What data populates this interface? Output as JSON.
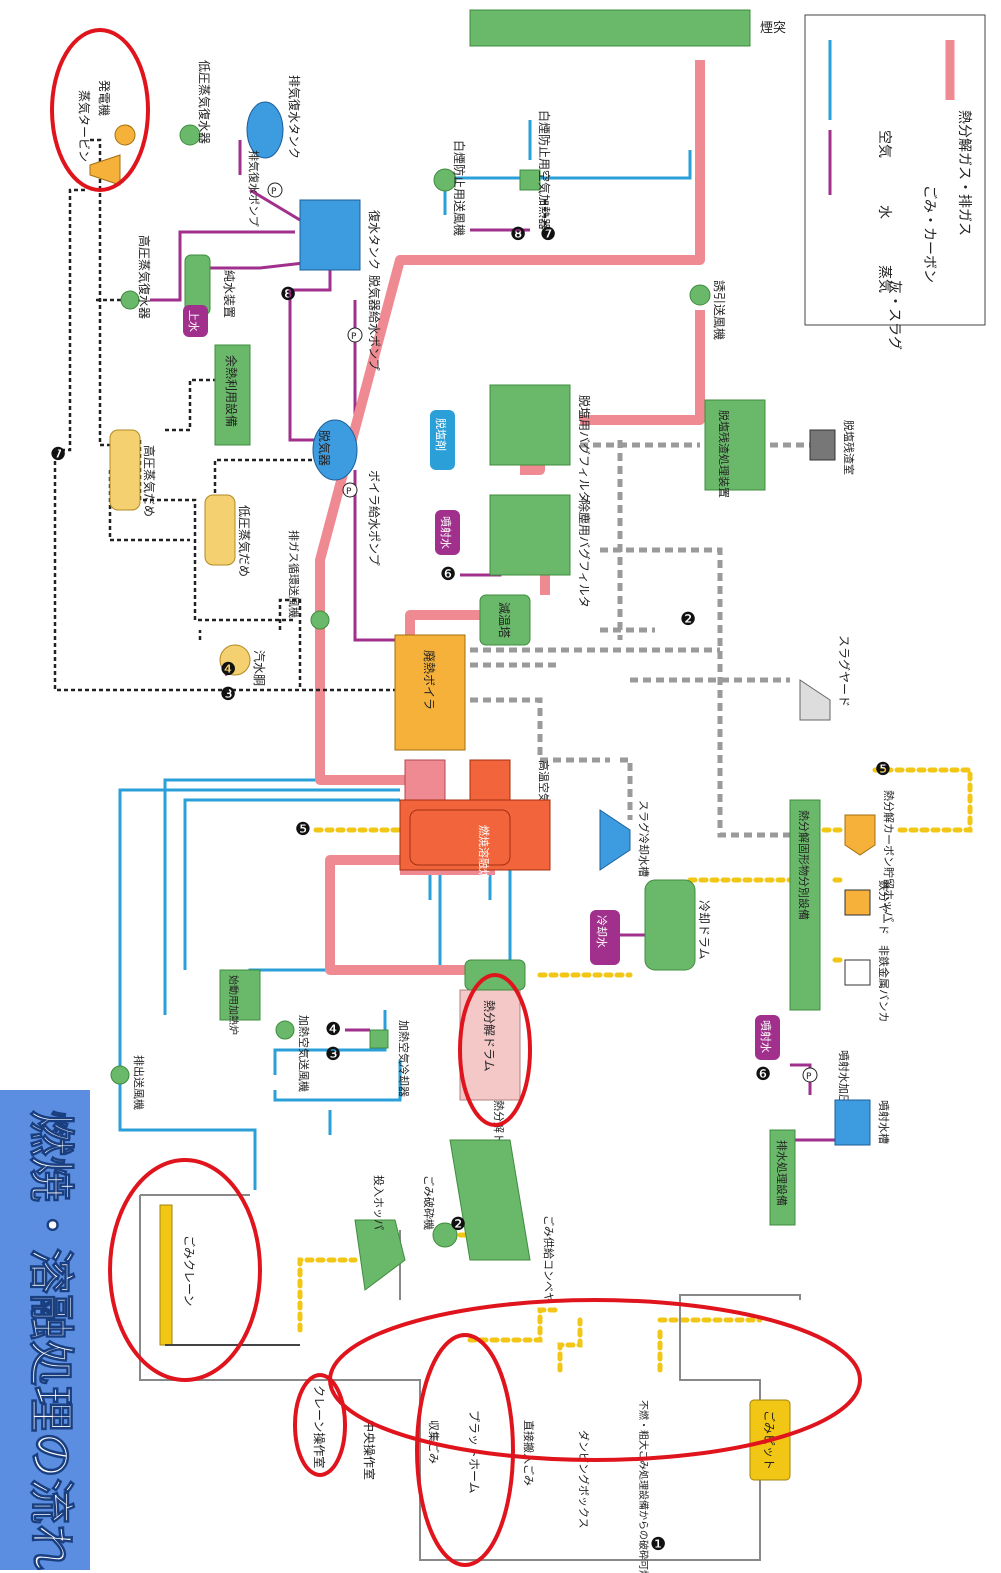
{
  "title": "燃焼・溶融処理の流れ",
  "legend": {
    "air": "空気",
    "water": "水",
    "steam": "蒸気",
    "gas": "熱分解ガス・排ガス",
    "waste_carbon": "ごみ・カーボン",
    "ash_slag": "灰・スラグ"
  },
  "colors": {
    "gas": "#f08a92",
    "air": "#2a9fd8",
    "water": "#a0308c",
    "steam": "#222222",
    "waste": "#f2c614",
    "ash": "#9a9a9a",
    "equipment": "#6ab86a",
    "boiler": "#f5b13a",
    "furnace": "#f2643c",
    "tank": "#3d9be0",
    "highlight": "#e0141c",
    "title_bg": "#4a7fd4"
  },
  "labels": {
    "l_1": "煙突",
    "l_2": "蒸気タービン",
    "l_3": "発電機",
    "l_4": "低圧蒸気復水器",
    "l_5": "排気復水タンク",
    "l_6": "排気復水ポンプ",
    "l_7": "復水タンク",
    "l_8": "高圧蒸気復水器",
    "l_9": "純水装置",
    "l_10": "上水",
    "l_11": "余熱利用設備",
    "l_12": "脱気器給水ポンプ",
    "l_13": "脱気器",
    "l_14": "ボイラ給水ポンプ",
    "l_15": "白煙防止用送風機",
    "l_16": "白煙防止用空気加熱器",
    "l_17": "誘引送風機",
    "l_18": "脱塩用バグフィルタ",
    "l_19": "脱塩剤",
    "l_20": "脱塩残渣処理装置",
    "l_21": "脱塩残渣室",
    "l_22": "高圧蒸気だめ",
    "l_23": "低圧蒸気だめ",
    "l_24": "排ガス循環送風機",
    "l_25": "汽水胴",
    "l_26": "廃熱ボイラ",
    "l_27": "減温塔",
    "l_28": "噴射水",
    "l_29": "除塵用バグフィルタ",
    "l_30": "スラグヤード",
    "l_31": "高温空気加熱器",
    "l_32": "燃焼溶融炉",
    "l_33": "スラグ冷却水槽",
    "l_34": "冷却水",
    "l_35": "冷却ドラム",
    "l_36": "熱分解固形物分別設備",
    "l_37": "熱分解カーボン貯留ホッパ",
    "l_38": "鉄分ヤード",
    "l_39": "非鉄金属バンカ",
    "l_40": "噴射水",
    "l_41": "噴射水加圧ポンプ",
    "l_42": "噴射水槽",
    "l_43": "排水処理設備",
    "l_44": "始動用加熱炉",
    "l_45": "加熱空気送風機",
    "l_46": "加熱空気冷却器",
    "l_47": "熱分解ドラム",
    "l_48": "熱分解ドラムごみ供給機",
    "l_49": "排出送風機",
    "l_50": "ごみ破砕機",
    "l_51": "投入ホッパ",
    "l_52": "ごみ供給コンベヤ",
    "l_53": "ごみクレーン",
    "l_54": "ごみピット",
    "l_55": "クレーン操作室",
    "l_56": "中央操作室",
    "l_57": "収集ごみ",
    "l_58": "プラットホーム",
    "l_59": "直接搬入ごみ",
    "l_60": "ダンピングボックス",
    "l_61": "不燃・粗大ごみ処理設備からの破砕可燃物"
  },
  "markers": {
    "m1": "❶",
    "m2": "❷",
    "m3": "❸",
    "m4": "❹",
    "m5": "❺",
    "m6": "❻",
    "m7": "❼",
    "m8": "❽"
  },
  "pump": "P"
}
